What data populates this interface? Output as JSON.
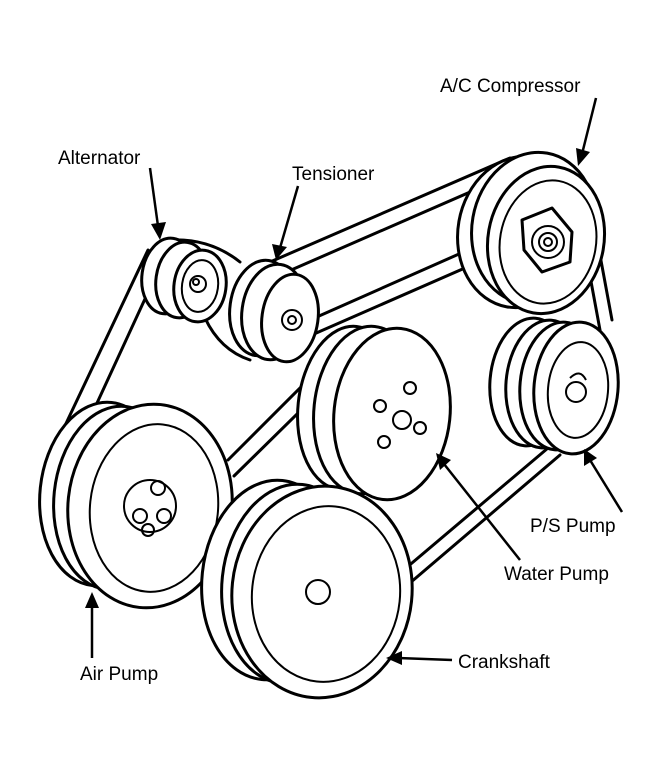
{
  "labels": {
    "ac_compressor": "A/C Compressor",
    "alternator": "Alternator",
    "tensioner": "Tensioner",
    "ps_pump": "P/S Pump",
    "water_pump": "Water Pump",
    "air_pump": "Air Pump",
    "crankshaft": "Crankshaft"
  }
}
